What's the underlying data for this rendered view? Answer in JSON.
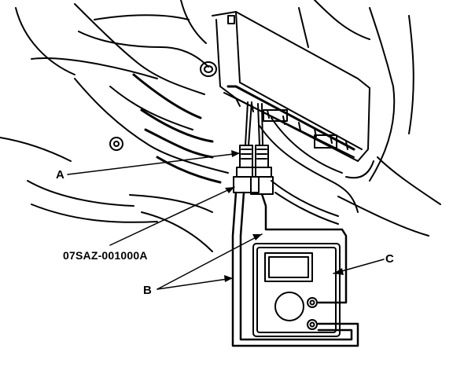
{
  "labels": {
    "a": "A",
    "tool_part_number": "07SAZ-001000A",
    "b": "B",
    "c": "C"
  },
  "colors": {
    "line": "#000000",
    "background": "#ffffff"
  }
}
